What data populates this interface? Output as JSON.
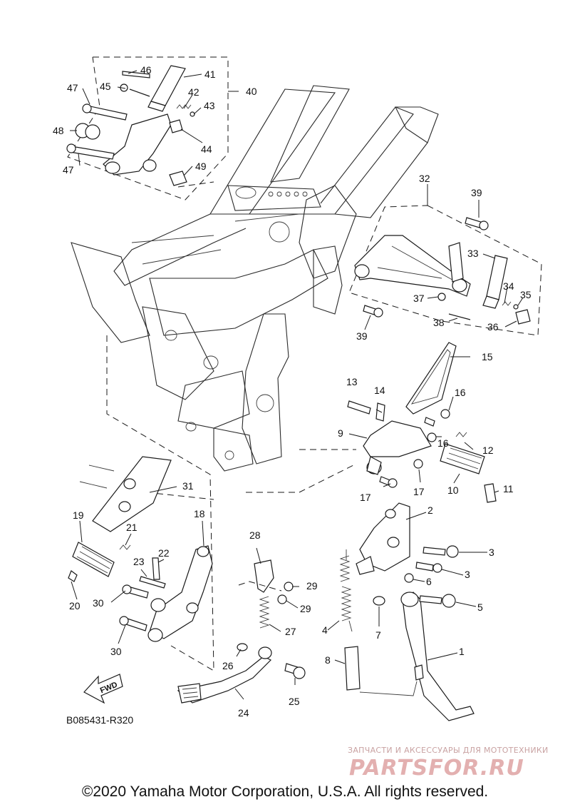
{
  "diagram": {
    "drawing_code": "B085431-R320",
    "fwd_label": "FWD",
    "callouts": {
      "c1": "1",
      "c2": "2",
      "c3a": "3",
      "c3b": "3",
      "c4": "4",
      "c5": "5",
      "c6": "6",
      "c7": "7",
      "c8": "8",
      "c9": "9",
      "c10": "10",
      "c11": "11",
      "c12": "12",
      "c13": "13",
      "c14": "14",
      "c15": "15",
      "c16a": "16",
      "c16b": "16",
      "c17a": "17",
      "c17b": "17",
      "c18": "18",
      "c19": "19",
      "c20": "20",
      "c21": "21",
      "c22": "22",
      "c23": "23",
      "c24": "24",
      "c25": "25",
      "c26": "26",
      "c27": "27",
      "c28": "28",
      "c29a": "29",
      "c29b": "29",
      "c30a": "30",
      "c30b": "30",
      "c31": "31",
      "c32": "32",
      "c33": "33",
      "c34": "34",
      "c35": "35",
      "c36": "36",
      "c37": "37",
      "c38": "38",
      "c39a": "39",
      "c39b": "39",
      "c40": "40",
      "c41": "41",
      "c42": "42",
      "c43": "43",
      "c44": "44",
      "c45": "45",
      "c46": "46",
      "c47a": "47",
      "c47b": "47",
      "c48": "48",
      "c49": "49"
    }
  },
  "watermark": {
    "tagline": "ЗАПЧАСТИ И АКСЕССУАРЫ ДЛЯ МОТОТЕХНИКИ",
    "brand": "PARTSFOR.RU"
  },
  "footer": {
    "copyright": "©2020 Yamaha Motor Corporation, U.S.A. All rights reserved."
  }
}
